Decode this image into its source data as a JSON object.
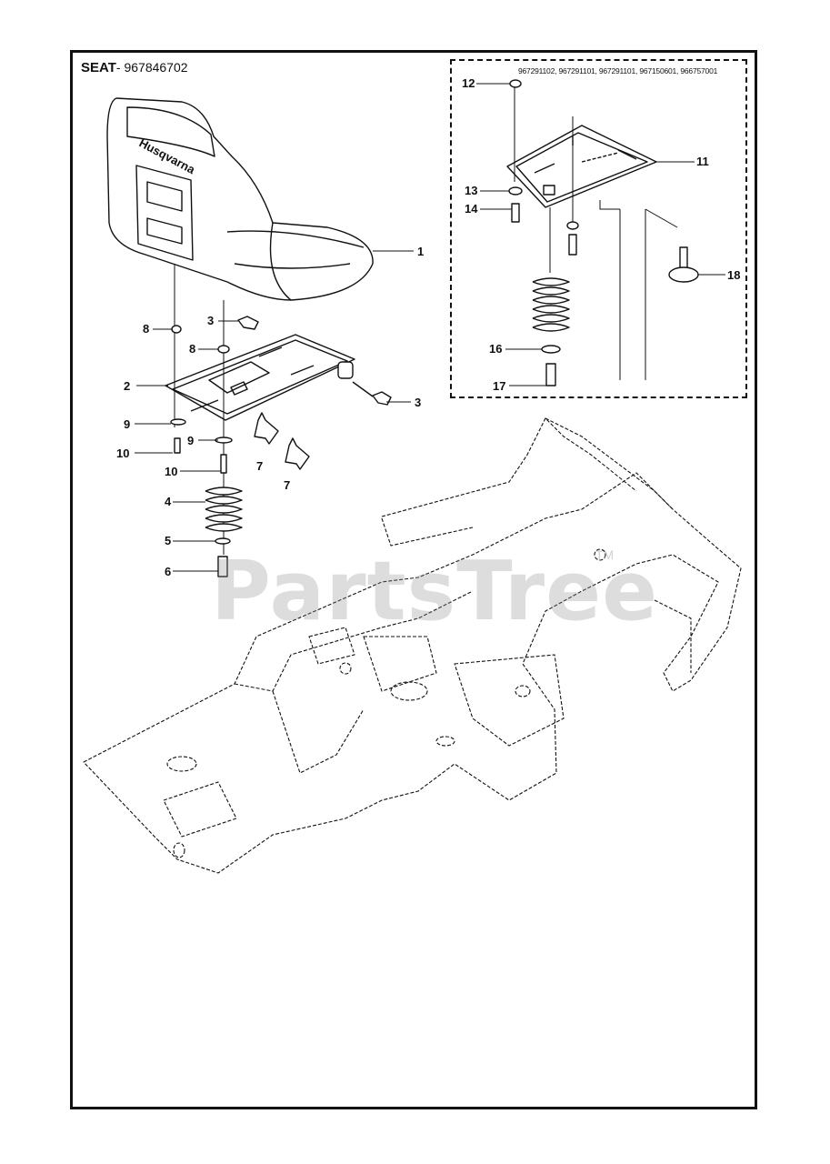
{
  "header": {
    "title_bold": "SEAT",
    "title_rest": "- 967846702"
  },
  "inset": {
    "note": "967291102, 967291101, 967291101, 967150601, 966757001"
  },
  "watermark": {
    "text": "PartsTree",
    "tm": "TM"
  },
  "callouts": {
    "c1": "1",
    "c2": "2",
    "c3a": "3",
    "c3b": "3",
    "c4": "4",
    "c5": "5",
    "c6": "6",
    "c7a": "7",
    "c7b": "7",
    "c8a": "8",
    "c8b": "8",
    "c9a": "9",
    "c9b": "9",
    "c10a": "10",
    "c10b": "10",
    "c11": "11",
    "c12": "12",
    "c13": "13",
    "c14": "14",
    "c16": "16",
    "c17": "17",
    "c18": "18"
  },
  "seat_brand": "Husqvarna",
  "colors": {
    "line": "#111111",
    "watermark": "#969696"
  }
}
